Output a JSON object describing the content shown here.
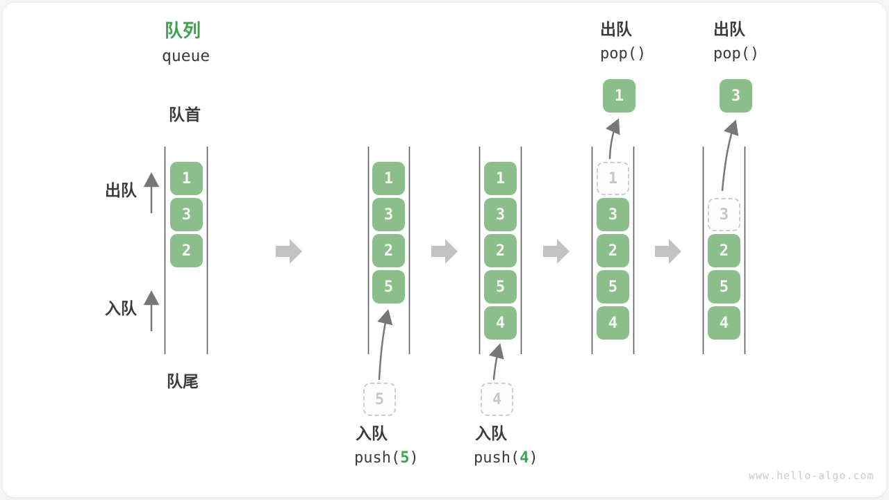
{
  "header": {
    "title_zh": "队列",
    "title_en": "queue"
  },
  "side_labels": {
    "front": "队首",
    "dequeue": "出队",
    "enqueue": "入队",
    "rear": "队尾"
  },
  "states": [
    {
      "name": "initial",
      "items": [
        "1",
        "3",
        "2"
      ]
    },
    {
      "name": "after-push-5",
      "items": [
        "1",
        "3",
        "2",
        "5"
      ]
    },
    {
      "name": "after-push-4",
      "items": [
        "1",
        "3",
        "2",
        "5",
        "4"
      ]
    },
    {
      "name": "after-pop-1",
      "ghost": "1",
      "items": [
        "3",
        "2",
        "5",
        "4"
      ],
      "popped": "1"
    },
    {
      "name": "after-pop-3",
      "ghost": "3",
      "items": [
        "2",
        "5",
        "4"
      ],
      "popped": "3"
    }
  ],
  "operations": {
    "push5": {
      "label": "入队",
      "code_prefix": "push(",
      "arg": "5",
      "code_suffix": ")",
      "pending": "5"
    },
    "push4": {
      "label": "入队",
      "code_prefix": "push(",
      "arg": "4",
      "code_suffix": ")",
      "pending": "4"
    },
    "pop1": {
      "label": "出队",
      "code": "pop()"
    },
    "pop3": {
      "label": "出队",
      "code": "pop()"
    }
  },
  "watermark": "www.hello-algo.com",
  "colors": {
    "accent_green": "#3DA24E",
    "box_green": "#8CBE8C",
    "text_dark": "#3B3B3B",
    "ghost_border": "#CDCDCD",
    "ghost_text": "#C6C6C6",
    "line_gray": "#5A5A5A",
    "thin_arrow": "#777777",
    "block_arrow": "#C2C2C2",
    "watermark": "#CBCBCB"
  }
}
